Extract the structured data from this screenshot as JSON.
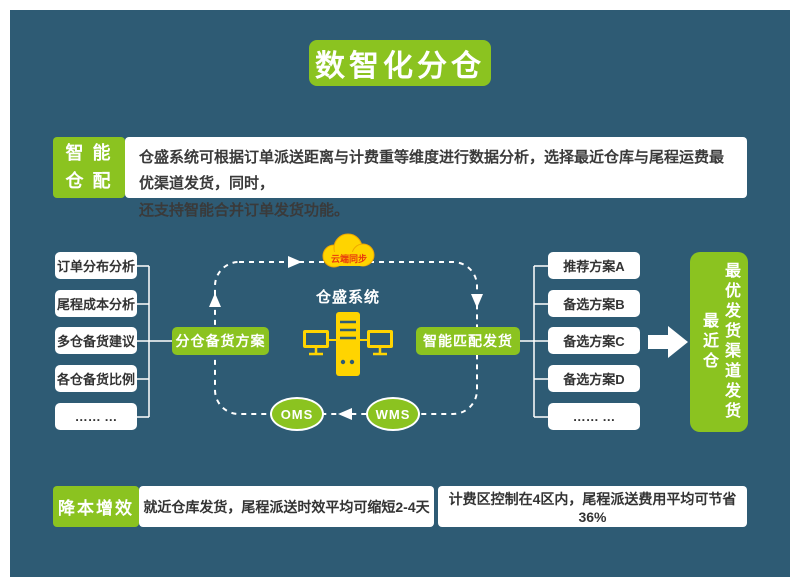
{
  "colors": {
    "background": "#2e5b74",
    "accent_green": "#8bc320",
    "device_yellow": "#ffd400",
    "box_text": "#333333",
    "cloud_text_red": "#e8380d",
    "white": "#ffffff"
  },
  "title": "数智化分仓",
  "intro": {
    "label_line1": "智 能",
    "label_line2": "仓 配",
    "text_line1": "仓盛系统可根据订单派送距离与计费重等维度进行数据分析，选择最近仓库与尾程运费最优渠道发货，同时，",
    "text_line2": "还支持智能合并订单发货功能。"
  },
  "diagram": {
    "left_items": [
      "订单分布分析",
      "尾程成本分析",
      "多仓备货建议",
      "各仓备货比例",
      "…… …"
    ],
    "left_hub": "分仓备货方案",
    "cloud_label": "云端同步",
    "system_label": "仓盛系统",
    "right_hub": "智能匹配发货",
    "oms_label": "OMS",
    "wms_label": "WMS",
    "right_items": [
      "推荐方案A",
      "备选方案B",
      "备选方案C",
      "备选方案D",
      "…… …"
    ],
    "result_primary": "最优发货渠道发货",
    "result_secondary": "最近仓"
  },
  "footer": {
    "label": "降本增效",
    "benefit1": "就近仓库发货，尾程派送时效平均可缩短2-4天",
    "benefit2": "计费区控制在4区内，尾程派送费用平均可节省36%"
  }
}
